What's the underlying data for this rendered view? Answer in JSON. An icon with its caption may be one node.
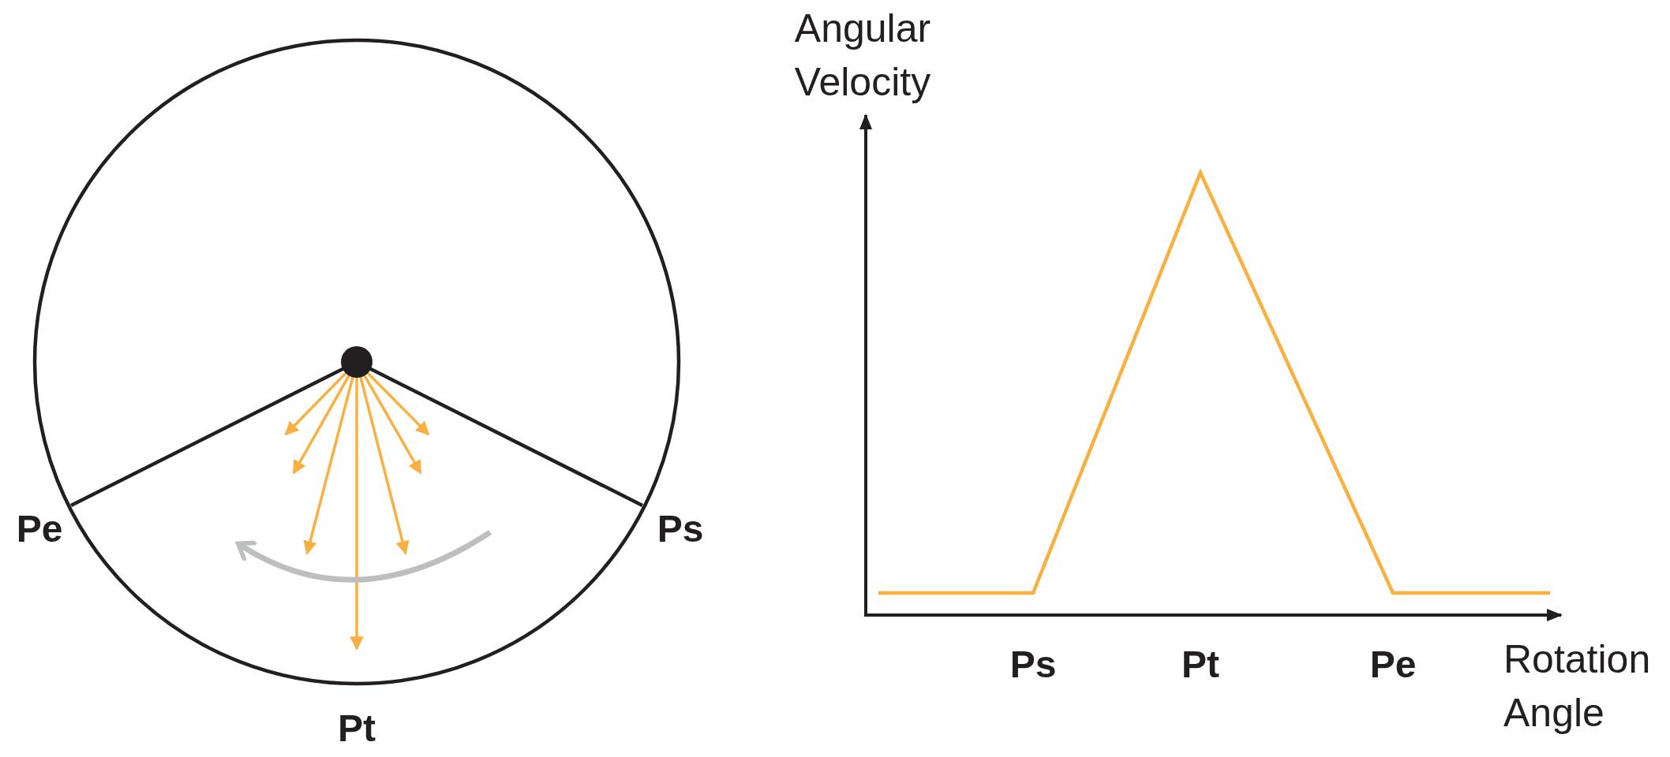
{
  "diagram": {
    "labels": [
      "Angular Velocity",
      "Pe",
      "Ps",
      "Pt",
      "Ps",
      "Pt",
      "Pe",
      "Rotation Angle"
    ]
  }
}
